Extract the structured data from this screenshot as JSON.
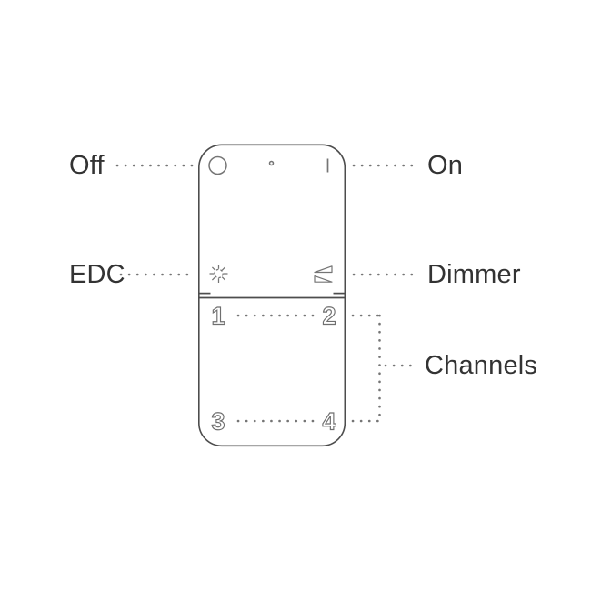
{
  "diagram": {
    "labels": {
      "off": "Off",
      "on": "On",
      "edc": "EDC",
      "dimmer": "Dimmer",
      "channels": "Channels"
    },
    "channels": [
      "1",
      "2",
      "3",
      "4"
    ],
    "icons": {
      "off": "circle-icon",
      "on": "vertical-line-icon",
      "led": "led-dot",
      "edc": "snowflake-icon",
      "dimmer": "dimmer-wedges-icon"
    },
    "colors": {
      "body_outline": "#4d4d4d",
      "icon_stroke": "#757575",
      "label_text": "#333333",
      "leader_dots": "#757575",
      "background": "#ffffff"
    }
  }
}
